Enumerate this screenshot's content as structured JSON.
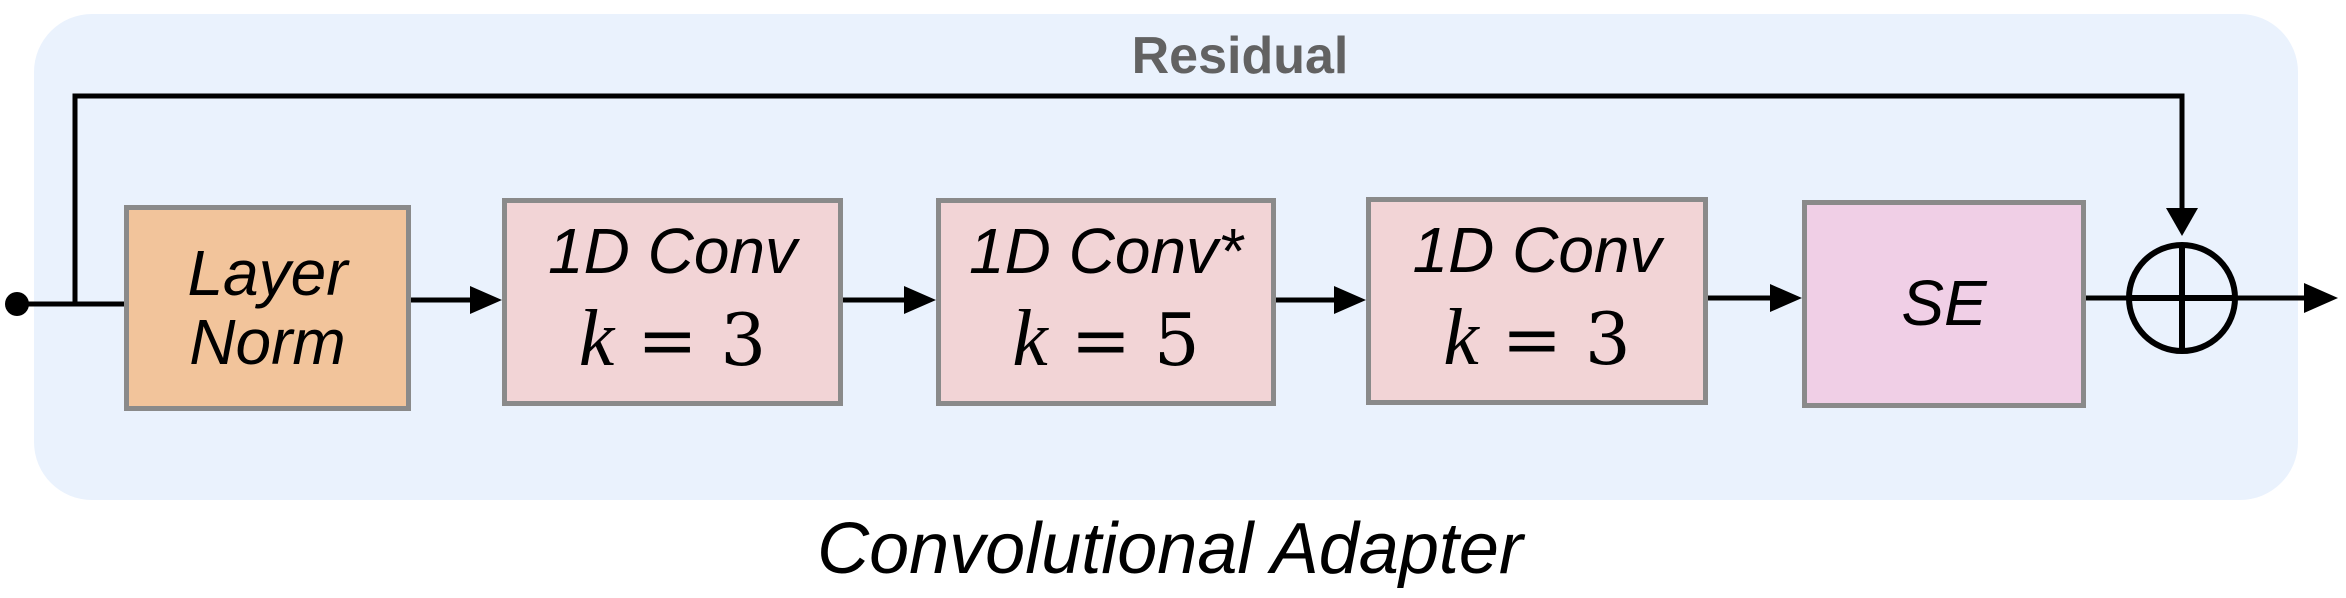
{
  "diagram": {
    "caption": "Convolutional Adapter",
    "residual_label": "Residual",
    "blocks": [
      {
        "id": "layer-norm",
        "line1": "Layer",
        "line2": "Norm",
        "color": "#f2c49b"
      },
      {
        "id": "conv1",
        "title": "1D Conv",
        "var": "k",
        "eq": "= 3",
        "color": "#f2d4d6"
      },
      {
        "id": "conv2",
        "title": "1D Conv*",
        "var": "k",
        "eq": "= 5",
        "color": "#f2d4d6"
      },
      {
        "id": "conv3",
        "title": "1D Conv",
        "var": "k",
        "eq": "= 3",
        "color": "#f2d4d6"
      },
      {
        "id": "se",
        "label": "SE",
        "color": "#f0cfe6"
      }
    ],
    "sum_symbol": "circle-plus",
    "colors": {
      "panel": "#eaf2fd",
      "border": "#8a8a8a",
      "wire": "#000000",
      "residual_text": "#626262"
    }
  }
}
